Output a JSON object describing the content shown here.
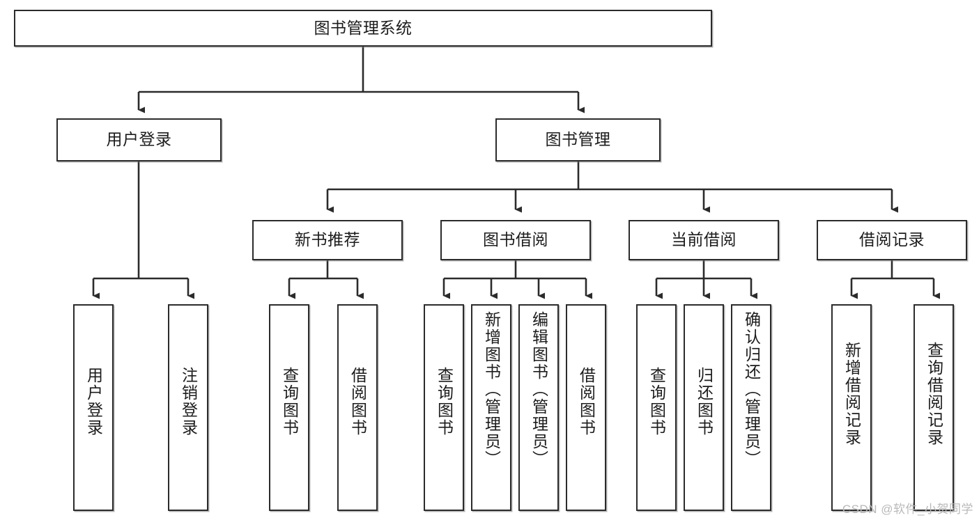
{
  "diagram": {
    "title": "图书管理系统",
    "type": "tree-hierarchy-functional-decomposition",
    "theme": {
      "background": "#ffffff",
      "border": "#2b2b2b",
      "text": "#1c1c1c",
      "watermark": "#b9b9b9"
    },
    "levels": {
      "root": {
        "label": "图书管理系统"
      },
      "level2": [
        {
          "label": "用户登录"
        },
        {
          "label": "图书管理"
        }
      ],
      "level3": [
        {
          "label": "新书推荐"
        },
        {
          "label": "图书借阅"
        },
        {
          "label": "当前借阅"
        },
        {
          "label": "借阅记录"
        }
      ],
      "leaves": [
        {
          "label": "用户登录",
          "parent": "用户登录"
        },
        {
          "label": "注销登录",
          "parent": "用户登录"
        },
        {
          "label": "查询图书",
          "parent": "新书推荐"
        },
        {
          "label": "借阅图书",
          "parent": "新书推荐"
        },
        {
          "label": "查询图书",
          "parent": "图书借阅"
        },
        {
          "label": "新增图书（管理员）",
          "parent": "图书借阅"
        },
        {
          "label": "编辑图书（管理员）",
          "parent": "图书借阅"
        },
        {
          "label": "借阅图书",
          "parent": "图书借阅"
        },
        {
          "label": "查询图书",
          "parent": "当前借阅"
        },
        {
          "label": "归还图书",
          "parent": "当前借阅"
        },
        {
          "label": "确认归还（管理员）",
          "parent": "当前借阅"
        },
        {
          "label": "新增借阅记录",
          "parent": "借阅记录"
        },
        {
          "label": "查询借阅记录",
          "parent": "借阅记录"
        }
      ]
    },
    "watermark": "CSDN @软件_小贺同学"
  }
}
